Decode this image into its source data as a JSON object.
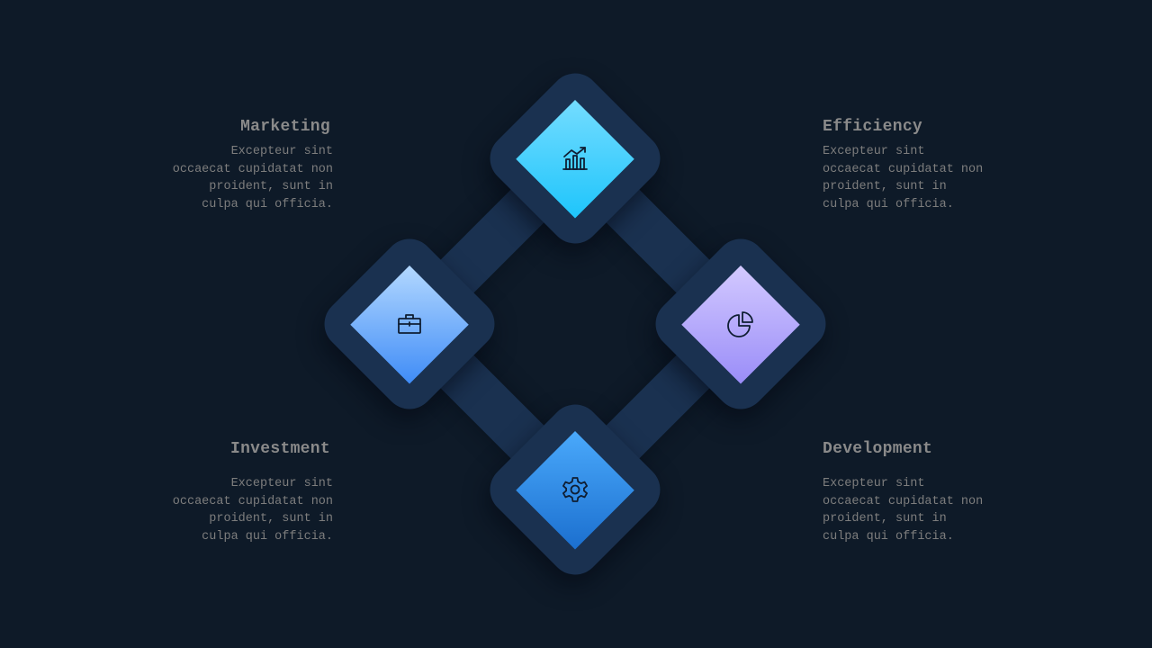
{
  "items": {
    "marketing": {
      "title": "Marketing",
      "lines": [
        "Excepteur sint",
        "occaecat cupidatat non",
        "proident, sunt in",
        "culpa qui officia."
      ],
      "icon": "chart-growth-icon"
    },
    "efficiency": {
      "title": "Efficiency",
      "lines": [
        "Excepteur sint",
        "occaecat cupidatat non",
        "proident, sunt in",
        "culpa qui officia."
      ],
      "icon": "pie-chart-icon"
    },
    "investment": {
      "title": "Investment",
      "lines": [
        "Excepteur sint",
        "occaecat cupidatat non",
        "proident, sunt in",
        "culpa qui officia."
      ],
      "icon": "briefcase-icon"
    },
    "development": {
      "title": "Development",
      "lines": [
        "Excepteur sint",
        "occaecat cupidatat non",
        "proident, sunt in",
        "culpa qui officia."
      ],
      "icon": "gear-icon"
    }
  },
  "colors": {
    "background": "#0e1a28",
    "connector": "#1a3150",
    "marketing_tile": "#1ec5fb",
    "investment_tile": "#3f8cf7",
    "efficiency_tile": "#9a8df8",
    "development_tile": "#1b6fcf",
    "icon_stroke": "#0f1e33",
    "text": "#8a8a8a"
  }
}
